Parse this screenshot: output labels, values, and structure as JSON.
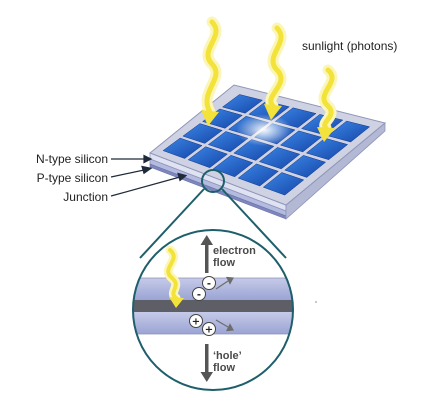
{
  "labels": {
    "sunlight": "sunlight (photons)",
    "n_type": "N-type silicon",
    "p_type": "P-type silicon",
    "junction": "Junction"
  },
  "inset": {
    "electron_flow_line1": "electron",
    "electron_flow_line2": "flow",
    "hole_flow_line1": "‘hole’",
    "hole_flow_line2": "flow",
    "electron_sign": "-",
    "hole_sign": "+"
  },
  "colors": {
    "panel_blue": "#1f5fbf",
    "frame": "#c9ccdc",
    "photon_yellow": "#f4e64a",
    "inset_ring": "#1e5f6b",
    "arrow_gray": "#555555"
  }
}
